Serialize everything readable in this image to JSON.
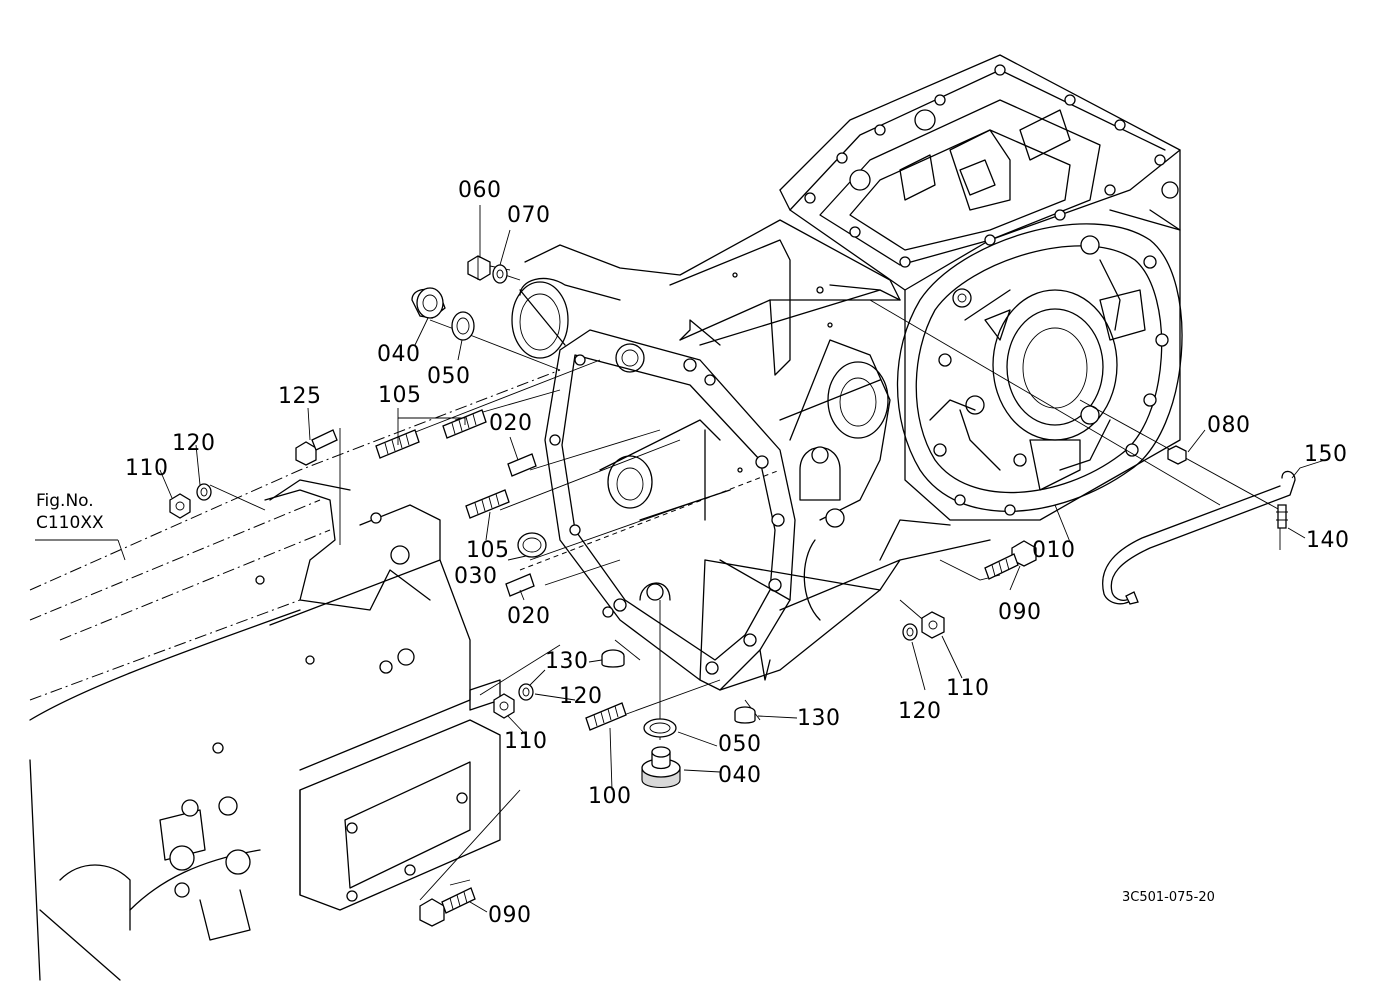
{
  "figure_ref": {
    "line1": "Fig.No.",
    "line2": "C110XX"
  },
  "drawing_code": "3C501-075-20",
  "callouts": {
    "c010": "010",
    "c020a": "020",
    "c020b": "020",
    "c030": "030",
    "c040a": "040",
    "c040b": "040",
    "c050a": "050",
    "c050b": "050",
    "c060": "060",
    "c070": "070",
    "c080": "080",
    "c090a": "090",
    "c090b": "090",
    "c100": "100",
    "c105a": "105",
    "c105b": "105",
    "c110a": "110",
    "c110b": "110",
    "c110c": "110",
    "c120a": "120",
    "c120b": "120",
    "c120c": "120",
    "c125": "125",
    "c130a": "130",
    "c130b": "130",
    "c140": "140",
    "c150": "150"
  }
}
